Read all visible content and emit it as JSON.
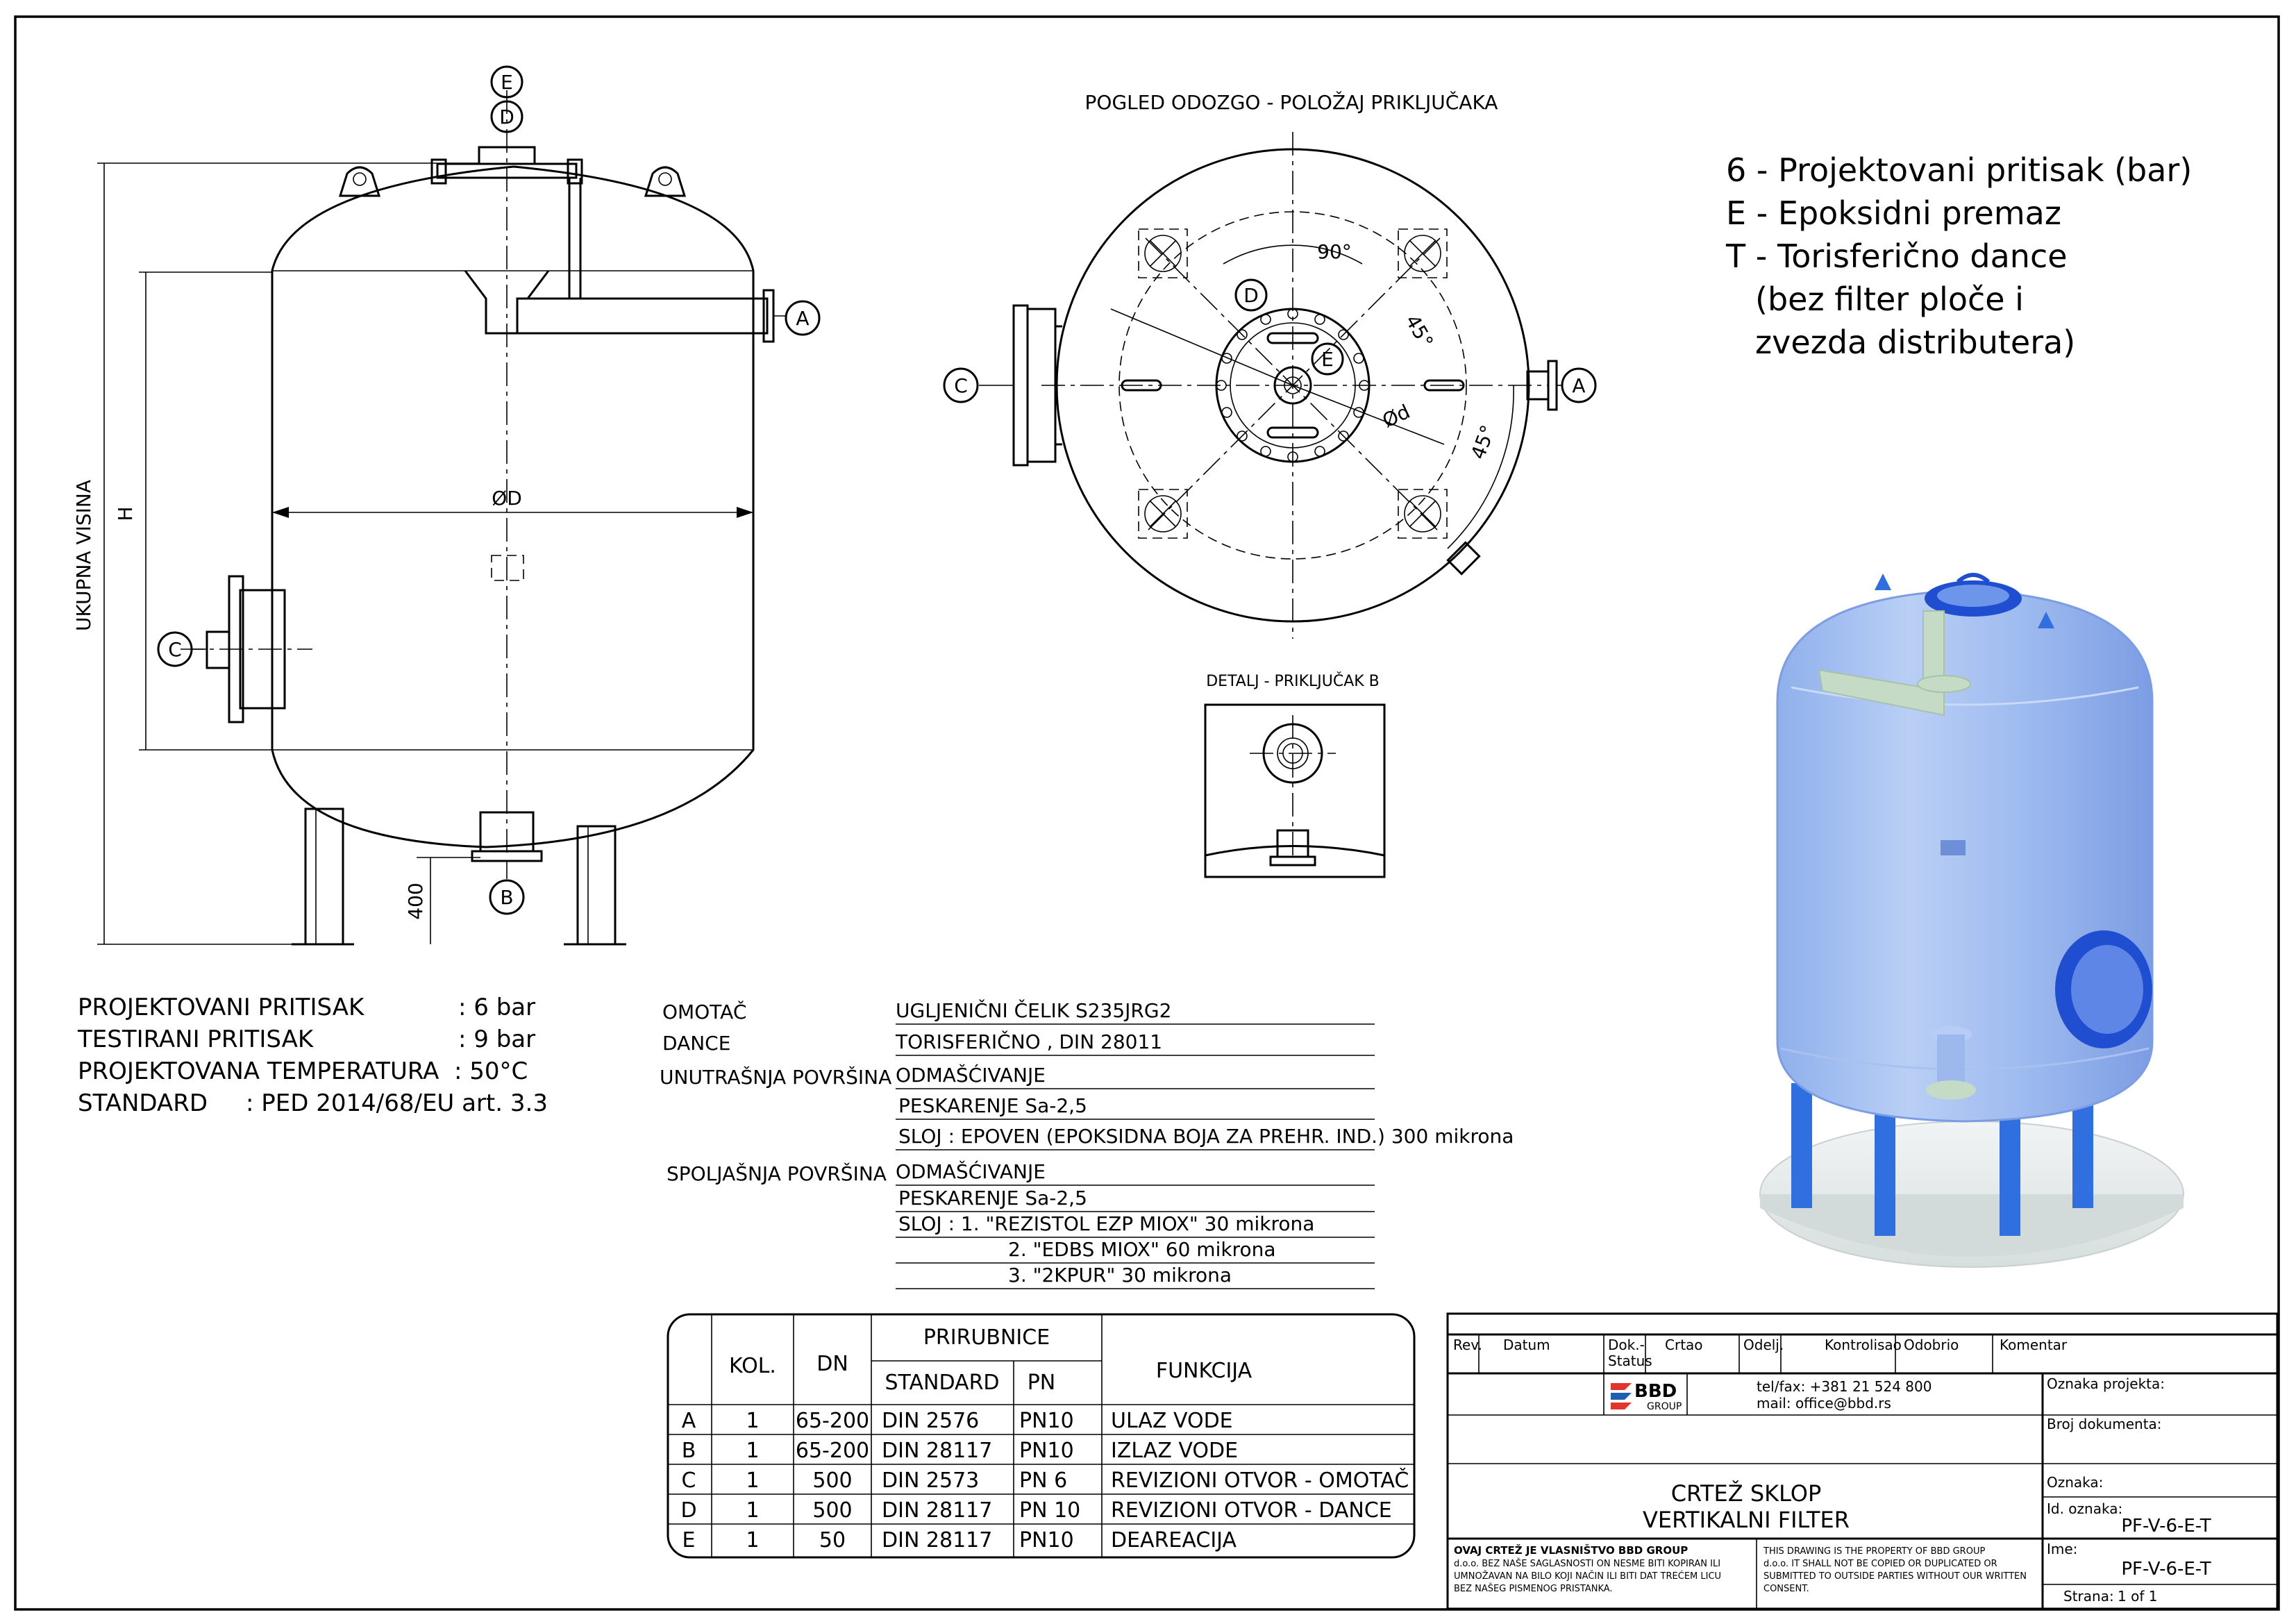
{
  "front_view": {
    "label_total_height": "UKUPNA VISINA",
    "label_h": "H",
    "label_diameter": "ØD",
    "label_leg_height": "400",
    "callouts": [
      "E",
      "D",
      "A",
      "C",
      "B"
    ]
  },
  "top_view": {
    "title": "POGLED ODOZGO - POLOŽAJ PRIKLJUČAKA",
    "angle_90": "90°",
    "angle_45a": "45°",
    "angle_45b": "45°",
    "label_small_d": "Ød",
    "callouts": [
      "D",
      "E",
      "C",
      "A"
    ]
  },
  "detail": {
    "title": "DETALJ - PRIKLJUČAK B"
  },
  "legend": {
    "lines": [
      "6 - Projektovani pritisak (bar)",
      "E - Epoksidni premaz",
      "T - Torisferično dance",
      "(bez filter ploče i",
      "zvezda distributera)"
    ]
  },
  "specs": [
    {
      "label": "PROJEKTOVANI PRITISAK",
      "value": ": 6 bar"
    },
    {
      "label": "TESTIRANI PRITISAK",
      "value": ": 9 bar"
    },
    {
      "label": "PROJEKTOVANA TEMPERATURA",
      "value": ": 50°C"
    },
    {
      "label": "STANDARD",
      "value": ": PED 2014/68/EU art. 3.3"
    }
  ],
  "materials": {
    "omotac_label": "OMOTAČ",
    "omotac_value": "UGLJENIČNI ČELIK S235JRG2",
    "dance_label": "DANCE",
    "dance_value": "TORISFERIČNO , DIN 28011",
    "inner_label": "UNUTRAŠNJA POVRŠINA",
    "inner_lines": [
      "ODMAŠĆIVANJE",
      "PESKARENJE Sa-2,5",
      "SLOJ : EPOVEN (EPOKSIDNA BOJA ZA PREHR. IND.) 300 mikrona"
    ],
    "outer_label": "SPOLJAŠNJA POVRŠINA",
    "outer_lines": [
      "ODMAŠĆIVANJE",
      "PESKARENJE Sa-2,5",
      "SLOJ : 1. \"REZISTOL EZP MIOX\" 30 mikrona",
      "2. \"EDBS MIOX\" 60 mikrona",
      "3. \"2KPUR\" 30 mikrona"
    ]
  },
  "nozzle_table": {
    "h_kol": "KOL.",
    "h_dn": "DN",
    "h_flanges": "PRIRUBNICE",
    "h_standard": "STANDARD",
    "h_pn": "PN",
    "h_function": "FUNKCIJA",
    "rows": [
      {
        "id": "A",
        "kol": "1",
        "dn": "65-200",
        "standard": "DIN 2576",
        "pn": "PN10",
        "function": "ULAZ VODE"
      },
      {
        "id": "B",
        "kol": "1",
        "dn": "65-200",
        "standard": "DIN 28117",
        "pn": "PN10",
        "function": "IZLAZ VODE"
      },
      {
        "id": "C",
        "kol": "1",
        "dn": "500",
        "standard": "DIN 2573",
        "pn": "PN 6",
        "function": "REVIZIONI OTVOR - OMOTAČ"
      },
      {
        "id": "D",
        "kol": "1",
        "dn": "500",
        "standard": "DIN 28117",
        "pn": "PN 10",
        "function": "REVIZIONI OTVOR - DANCE"
      },
      {
        "id": "E",
        "kol": "1",
        "dn": "50",
        "standard": "DIN 28117",
        "pn": "PN10",
        "function": "DEAREACIJA"
      }
    ]
  },
  "title_block": {
    "rev": "Rev.",
    "datum": "Datum",
    "dok_status": [
      "Dok.-",
      "Status"
    ],
    "crtao": "Crtao",
    "odelj": "Odelj.",
    "kontrolisao": "Kontrolisao",
    "odobrio": "Odobrio",
    "komentar": "Komentar",
    "logo_text": "BBD",
    "logo_sub": "GROUP",
    "contact_tel": "tel/fax: +381 21 524 800",
    "contact_mail": "mail: office@bbd.rs",
    "oznaka_projekta": "Oznaka projekta:",
    "broj_dokumenta": "Broj dokumenta:",
    "oznaka": "Oznaka:",
    "id_oznaka_label": "Id. oznaka:",
    "id_oznaka_value": "PF-V-6-E-T",
    "ime_label": "Ime:",
    "ime_value": "PF-V-6-E-T",
    "strana_label": "Strana:",
    "strana_value": "1 of 1",
    "drawing_title_1": "CRTEŽ SKLOP",
    "drawing_title_2": "VERTIKALNI FILTER",
    "notice_sr": [
      "OVAJ CRTEŽ JE VLASNIŠTVO BBD GROUP",
      "d.o.o. BEZ NAŠE SAGLASNOSTI ON NESME BITI KOPIRAN ILI",
      "UMNOŽAVAN NA BILO KOJI NAČIN ILI BITI DAT TREĆEM LICU",
      "BEZ NAŠEG PISMENOG PRISTANKA."
    ],
    "notice_en": [
      "THIS DRAWING IS THE PROPERTY OF BBD GROUP",
      "d.o.o. IT SHALL NOT BE COPIED OR DUPLICATED OR",
      "SUBMITTED TO OUTSIDE PARTIES WITHOUT OUR WRITTEN",
      "CONSENT."
    ]
  },
  "colors": {
    "vessel_body": "#9db8ec",
    "vessel_edge": "#6f8fd6",
    "legs": "#2f6fe0",
    "base_plate": "#e9eeee",
    "pipe": "#c5dbc6",
    "flange": "#1f4fd0",
    "logo_red": "#e0362b",
    "logo_blue": "#1d5fb0"
  }
}
